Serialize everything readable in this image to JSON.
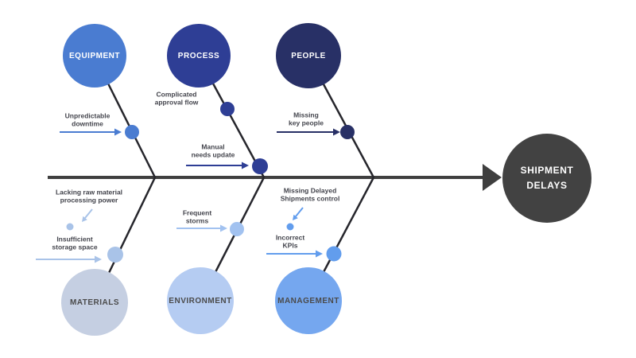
{
  "diagram_type": "fishbone",
  "background": "#ffffff",
  "spine_color": "#3f3f3f",
  "branch_line_color": "#26262c",
  "cause_text_color": "#43444c",
  "effect": {
    "text": "SHIPMENT\nDELAYS",
    "color": "#424242",
    "text_color": "#ffffff"
  },
  "branches": [
    {
      "id": "equipment",
      "label": "EQUIPMENT",
      "side": "top",
      "color": "#4a7cd1",
      "accent": "#4a7cd1",
      "label_color": "#ffffff",
      "causes": [
        {
          "text": "Unpredictable\ndowntime"
        }
      ]
    },
    {
      "id": "process",
      "label": "PROCESS",
      "side": "top",
      "color": "#2e3e95",
      "accent": "#2e3e95",
      "label_color": "#ffffff",
      "causes": [
        {
          "text": "Complicated\napproval flow"
        },
        {
          "text": "Manual\nneeds update"
        }
      ]
    },
    {
      "id": "people",
      "label": "PEOPLE",
      "side": "top",
      "color": "#283066",
      "accent": "#283066",
      "label_color": "#ffffff",
      "causes": [
        {
          "text": "Missing\nkey people"
        }
      ]
    },
    {
      "id": "materials",
      "label": "MATERIALS",
      "side": "bottom",
      "color": "#c5cfe2",
      "accent": "#a9c3e8",
      "label_color": "#4b4b4b",
      "causes": [
        {
          "text": "Lacking raw material\nprocessing power"
        },
        {
          "text": "Insufficient\nstorage space"
        }
      ]
    },
    {
      "id": "environment",
      "label": "ENVIRONMENT",
      "side": "bottom",
      "color": "#b5ccf2",
      "accent": "#a2c2f0",
      "label_color": "#4b4b4b",
      "causes": [
        {
          "text": "Frequent\nstorms"
        }
      ]
    },
    {
      "id": "management",
      "label": "MANAGEMENT",
      "side": "bottom",
      "color": "#75a7ef",
      "accent": "#629ded",
      "label_color": "#4b4b4b",
      "causes": [
        {
          "text": "Missing Delayed\nShipments control"
        },
        {
          "text": "Incorrect\nKPIs"
        }
      ]
    }
  ]
}
